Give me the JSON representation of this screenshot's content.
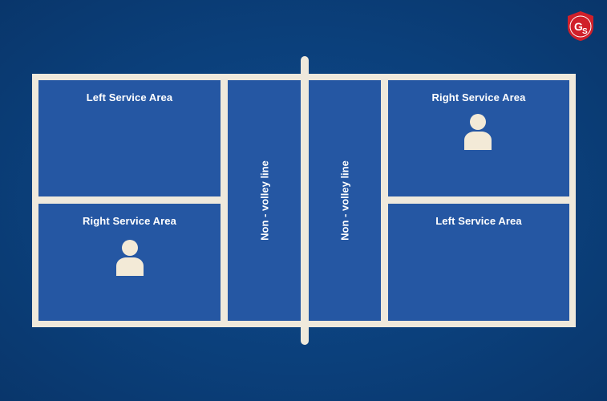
{
  "brand": {
    "logo_text": "GS",
    "logo_color": "#d0202a"
  },
  "colors": {
    "background": "#0b3f7a",
    "court_surface": "#2557a3",
    "court_lines": "#efe9dc",
    "player": "#f3ead7"
  },
  "court": {
    "left_half": {
      "top_box": {
        "label": "Left Service Area",
        "has_player": false
      },
      "bottom_box": {
        "label": "Right Service Area",
        "has_player": true
      },
      "kitchen": {
        "label": "Non - volley line"
      }
    },
    "right_half": {
      "kitchen": {
        "label": "Non - volley line"
      },
      "top_box": {
        "label": "Right Service Area",
        "has_player": true
      },
      "bottom_box": {
        "label": "Left Service Area",
        "has_player": false
      }
    }
  }
}
